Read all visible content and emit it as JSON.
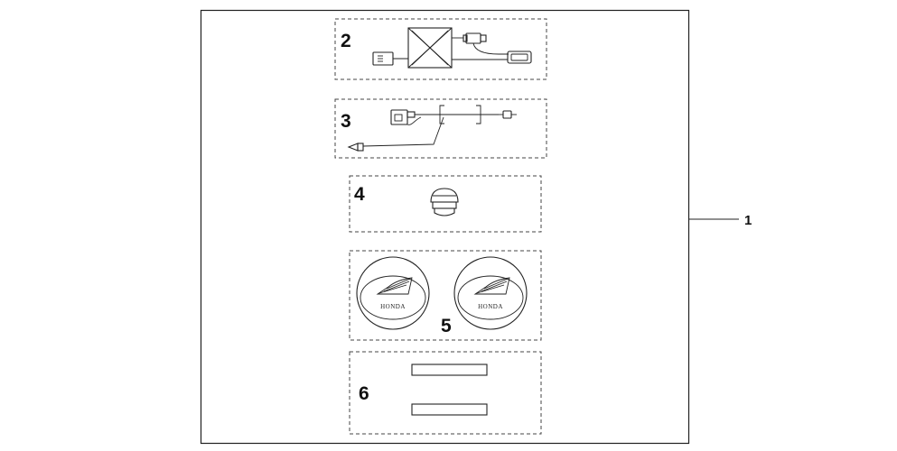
{
  "diagram": {
    "callout_1": "1",
    "parts": [
      {
        "number": "2"
      },
      {
        "number": "3"
      },
      {
        "number": "4"
      },
      {
        "number": "5",
        "logo_text": [
          "HONDA",
          "HONDA"
        ]
      },
      {
        "number": "6"
      }
    ]
  },
  "colors": {
    "line": "#222222",
    "background": "#ffffff"
  }
}
